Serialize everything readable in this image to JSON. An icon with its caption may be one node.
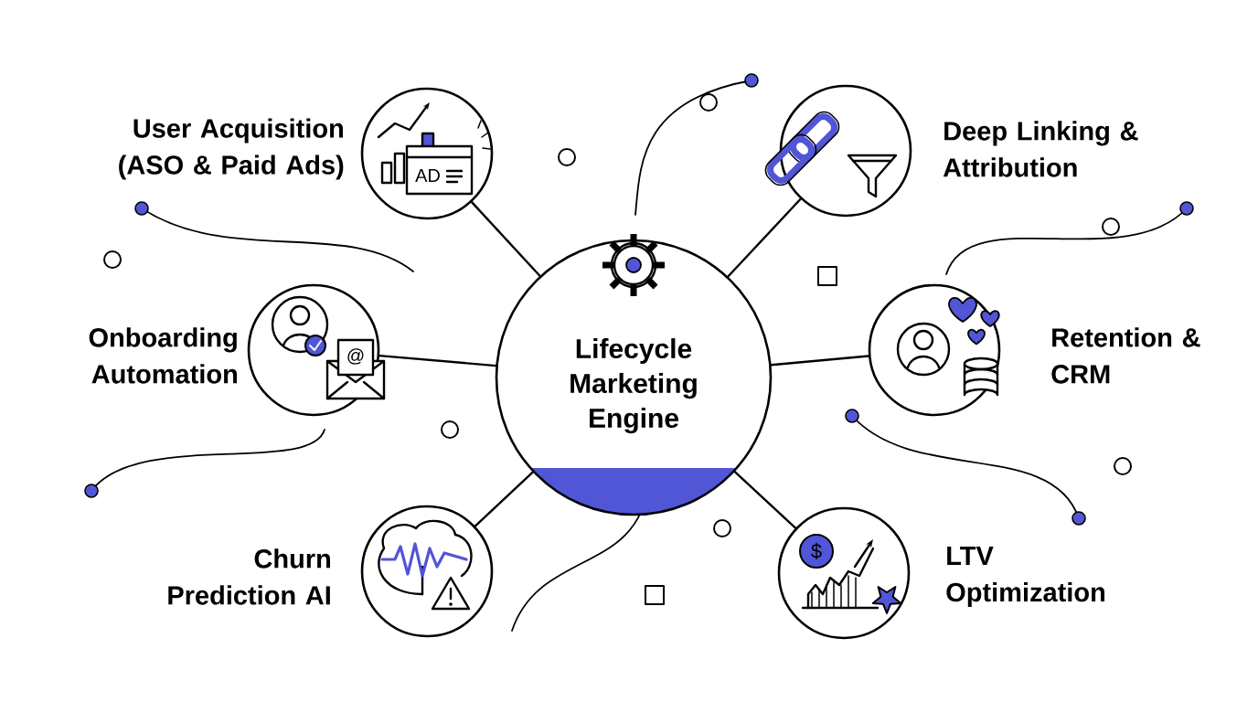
{
  "diagram": {
    "nodes": [
      {
        "text": [
          "Lifecycle Marketing Engine"
        ]
      },
      {
        "text": [
          "User Acquisition (ASO & Paid Ads)"
        ]
      },
      {
        "text": [
          "Deep Linking & Attribution"
        ]
      },
      {
        "text": [
          "Onboarding Automation"
        ]
      },
      {
        "text": [
          "Retention & CRM"
        ]
      },
      {
        "text": [
          "Churn Prediction AI"
        ]
      },
      {
        "text": [
          "LTV Optimization"
        ]
      }
    ],
    "edges": [
      {
        "from": 0,
        "to": 1,
        "arrow": "none"
      },
      {
        "from": 0,
        "to": 2,
        "arrow": "none"
      },
      {
        "from": 0,
        "to": 3,
        "arrow": "none"
      },
      {
        "from": 0,
        "to": 4,
        "arrow": "none"
      },
      {
        "from": 0,
        "to": 5,
        "arrow": "none"
      },
      {
        "from": 0,
        "to": 6,
        "arrow": "none"
      }
    ],
    "labels": [
      "AD",
      "@",
      "$"
    ]
  }
}
